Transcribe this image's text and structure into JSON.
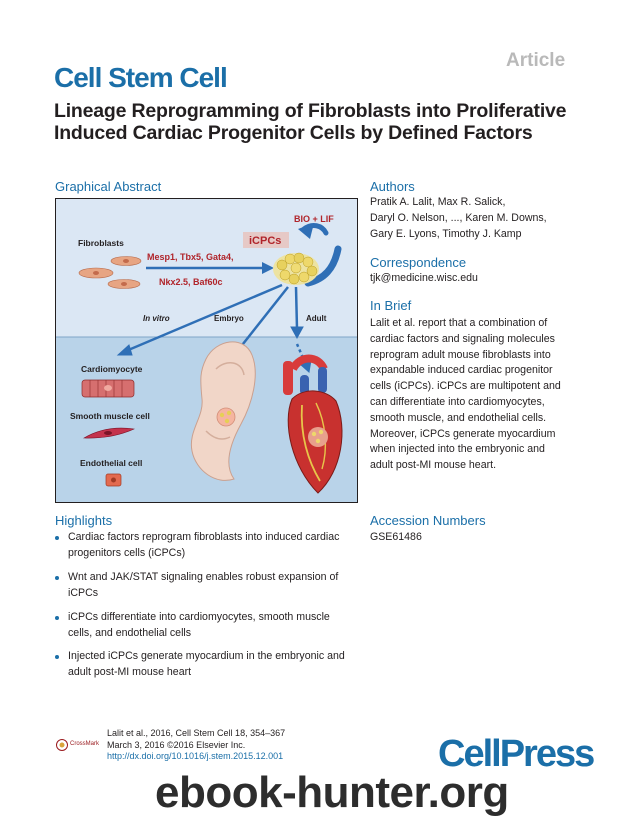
{
  "header": {
    "article_tag": "Article",
    "journal": "Cell Stem Cell",
    "title": "Lineage Reprogramming of Fibroblasts into Proliferative Induced Cardiac Progenitor Cells by Defined Factors"
  },
  "graphical_abstract": {
    "heading": "Graphical Abstract",
    "fibroblasts": "Fibroblasts",
    "factors_line1": "Mesp1, Tbx5, Gata4,",
    "factors_line2": "Nkx2.5, Baf60c",
    "icpcs": "iCPCs",
    "bio_lif": "BIO + LIF",
    "in_vitro": "In vitro",
    "embryo": "Embryo",
    "adult": "Adult",
    "cardiomyocyte": "Cardiomyocyte",
    "smooth_muscle": "Smooth muscle cell",
    "endothelial": "Endothelial cell",
    "colors": {
      "panel_top": "#dbe7f4",
      "panel_bottom": "#b9d3e9",
      "accent_red": "#b0242a",
      "arrow_blue": "#2f6fb6"
    }
  },
  "authors": {
    "heading": "Authors",
    "lines": [
      "Pratik A. Lalit, Max R. Salick,",
      "Daryl O. Nelson, ..., Karen M. Downs,",
      "Gary E. Lyons, Timothy J. Kamp"
    ]
  },
  "correspondence": {
    "heading": "Correspondence",
    "email": "tjk@medicine.wisc.edu"
  },
  "in_brief": {
    "heading": "In Brief",
    "lines": [
      "Lalit et al. report that a combination of",
      "cardiac factors and signaling molecules",
      "reprogram adult mouse fibroblasts into",
      "expandable induced cardiac progenitor",
      "cells (iCPCs). iCPCs are multipotent and",
      "can differentiate into cardiomyocytes,",
      "smooth muscle, and endothelial cells.",
      "Moreover, iCPCs generate myocardium",
      "when injected into the embryonic and",
      "adult post-MI mouse heart."
    ]
  },
  "highlights": {
    "heading": "Highlights",
    "items": [
      [
        "Cardiac factors reprogram fibroblasts into induced cardiac",
        "progenitors cells (iCPCs)"
      ],
      [
        "Wnt and JAK/STAT signaling enables robust expansion of",
        "iCPCs"
      ],
      [
        "iCPCs differentiate into cardiomyocytes, smooth muscle",
        "cells, and endothelial cells"
      ],
      [
        "Injected iCPCs generate myocardium in the embryonic and",
        "adult post-MI mouse heart"
      ]
    ]
  },
  "accession": {
    "heading": "Accession Numbers",
    "number": "GSE61486"
  },
  "footer": {
    "citation": "Lalit et al., 2016, Cell Stem Cell 18, 354–367",
    "date": "March 3, 2016 ©2016 Elsevier Inc.",
    "doi": "http://dx.doi.org/10.1016/j.stem.2015.12.001",
    "crossmark": "CrossMark",
    "publisher": "CellPress",
    "watermark": "ebook-hunter.org"
  }
}
